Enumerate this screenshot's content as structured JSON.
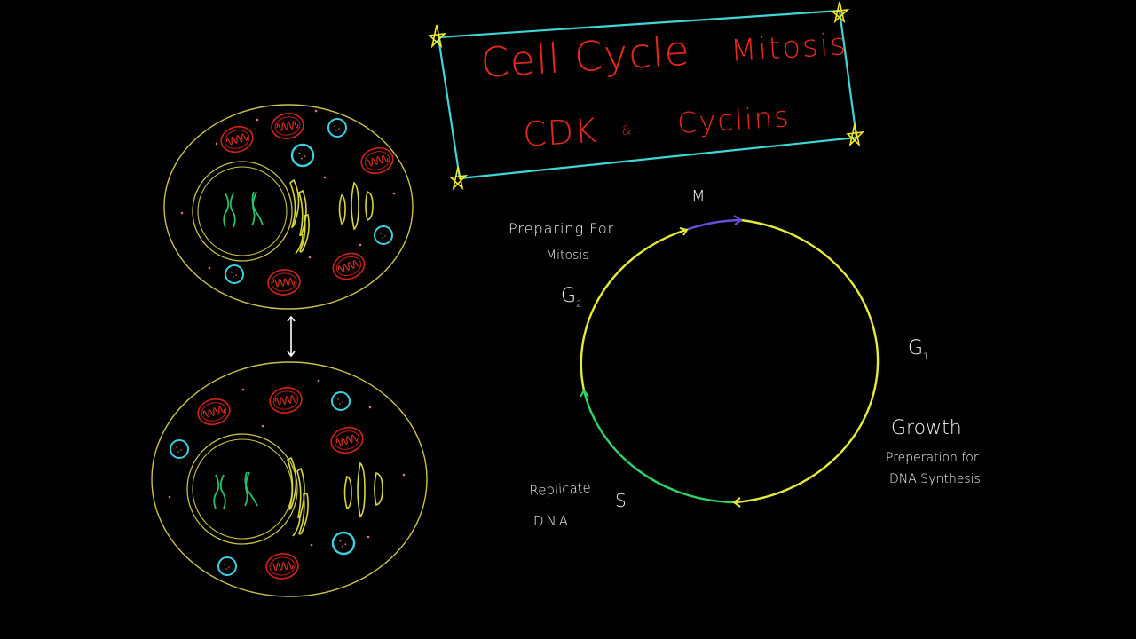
{
  "title_box": {
    "line1_left": "Cell Cycle",
    "line1_right": "Mitosis",
    "line2_left": "CDK",
    "line2_amp": "&",
    "line2_right": "Cyclins",
    "border_color": "#3fd6d6",
    "text_color": "#e8261c",
    "corner_star_color": "#f2e82a"
  },
  "cycle": {
    "phases": [
      {
        "id": "M",
        "label": "M",
        "color": "#6a4fd8"
      },
      {
        "id": "G1",
        "label": "G",
        "subscript": "1",
        "color": "#e4ec3a",
        "note_title": "Growth",
        "note": [
          "Preperation for",
          "DNA Synthesis"
        ]
      },
      {
        "id": "S",
        "label": "S",
        "color": "#2ed36a",
        "note": [
          "Replicate",
          "DNA"
        ]
      },
      {
        "id": "G2",
        "label": "G",
        "subscript": "2",
        "color": "#e4ec3a",
        "note": [
          "Preparing For",
          "Mitosis"
        ]
      }
    ]
  },
  "cells": {
    "membrane_color": "#c9c24a",
    "mitochondria_color": "#d0231a",
    "vesicle_color": "#3ccfe0",
    "chromosome_color": "#26c26a",
    "golgi_color": "#d8d83a",
    "arrow_color": "#ffffff"
  },
  "chart_data": {
    "type": "diagram",
    "title": "Cell Cycle / Mitosis / CDK & Cyclins",
    "cycle_order": [
      "G1",
      "S",
      "G2",
      "M"
    ],
    "annotations": {
      "G1": "Growth; Preperation for DNA Synthesis",
      "S": "Replicate DNA",
      "G2": "Preparing For Mitosis",
      "M": "Mitosis"
    }
  }
}
